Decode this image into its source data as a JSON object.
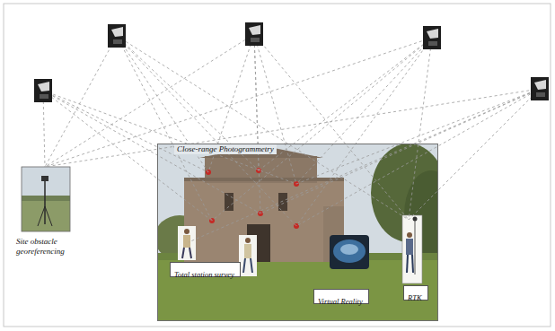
{
  "diagram": {
    "nodes": [
      {
        "text": [
          "Close-range Photogrammetry"
        ]
      },
      {
        "text": [
          "Total station survey"
        ],
        "in": 0
      },
      {
        "text": [
          "Virtual Reality"
        ],
        "in": 0
      },
      {
        "text": [
          "RTK"
        ],
        "in": 0
      },
      {
        "text": [
          "Site obstacle georeferencing"
        ]
      }
    ]
  }
}
